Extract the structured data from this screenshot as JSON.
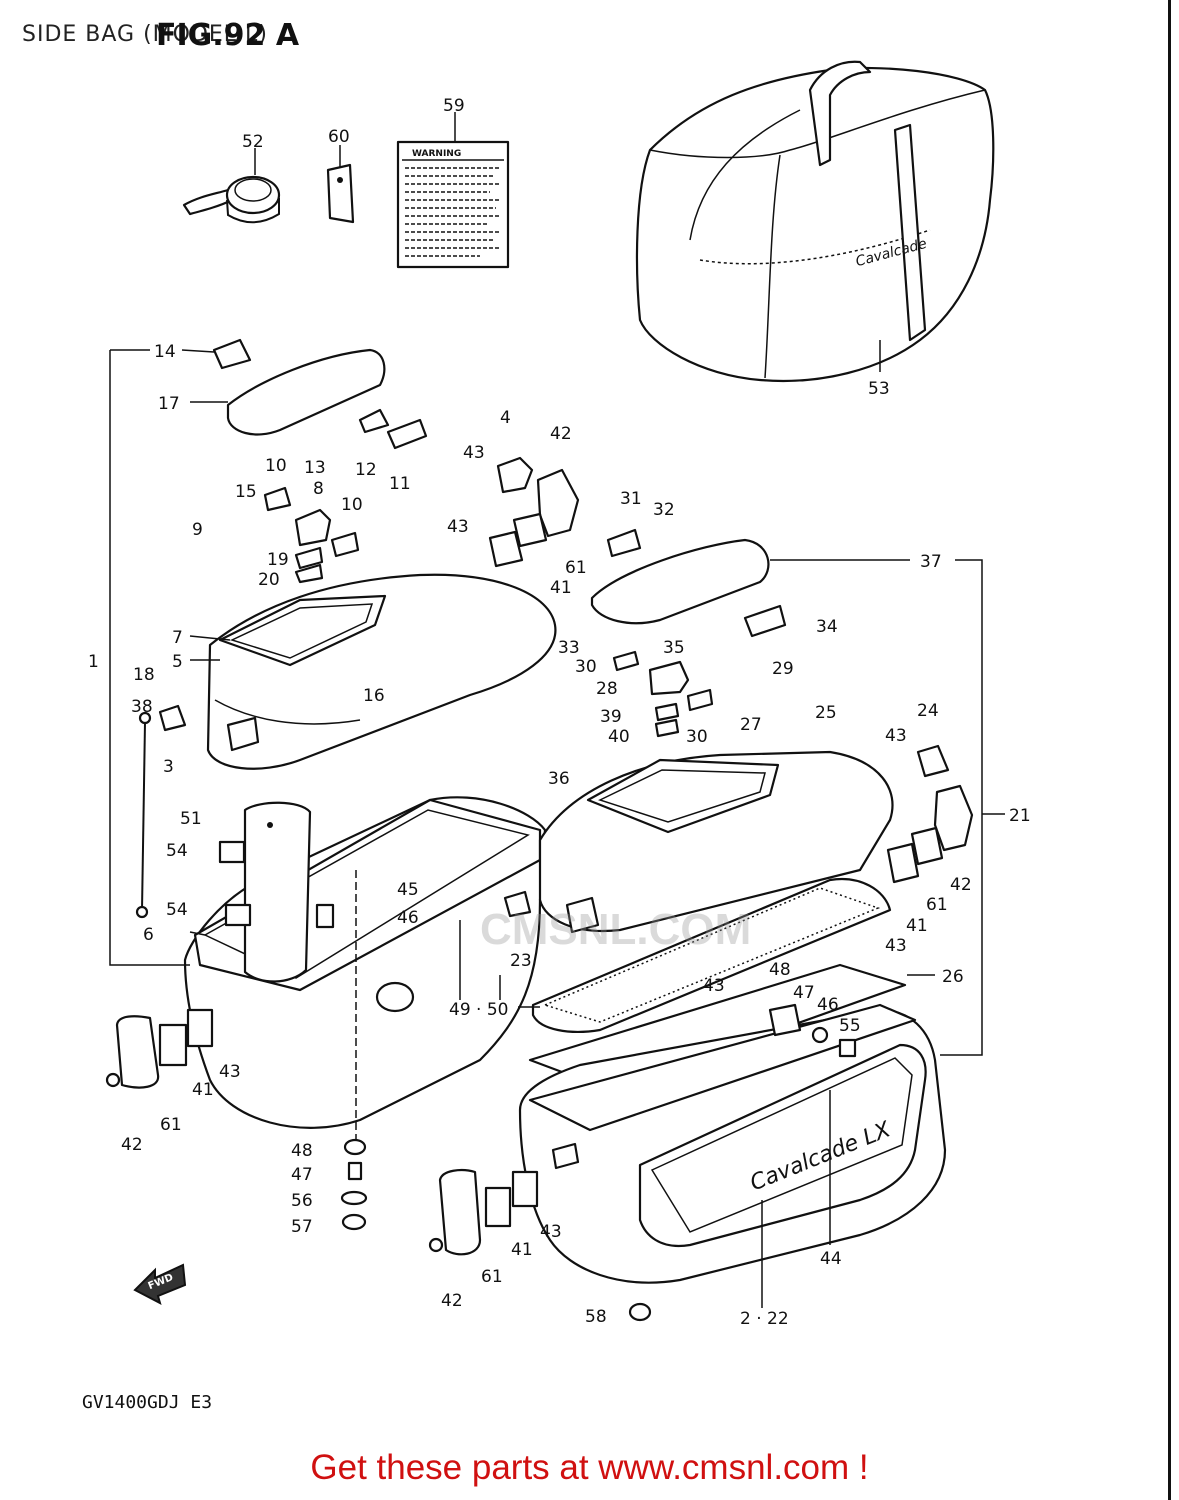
{
  "header": {
    "title": "SIDE BAG (MODEL L)",
    "figure": "FIG.92 A"
  },
  "warning_label": {
    "heading": "WARNING"
  },
  "bag_script": "Cavalcade",
  "lid_script": "Cavalcade LX",
  "watermark": "CMSNL.COM",
  "model_code": "GV1400GDJ E3",
  "footer": {
    "text": "Get these parts at www.cmsnl.com !",
    "color": "#d01010"
  },
  "fwd_arrow": {
    "label": "FWD",
    "icon": "arrow-left-icon"
  },
  "callouts": {
    "c1": "1",
    "c2_22": "2 · 22",
    "c3": "3",
    "c4": "4",
    "c5": "5",
    "c6": "6",
    "c7": "7",
    "c8": "8",
    "c9": "9",
    "c10a": "10",
    "c10b": "10",
    "c11": "11",
    "c12": "12",
    "c13": "13",
    "c14": "14",
    "c15": "15",
    "c16": "16",
    "c17": "17",
    "c18": "18",
    "c19": "19",
    "c20": "20",
    "c21": "21",
    "c23": "23",
    "c24": "24",
    "c25": "25",
    "c26": "26",
    "c27": "27",
    "c28": "28",
    "c29": "29",
    "c30a": "30",
    "c30b": "30",
    "c31": "31",
    "c32": "32",
    "c33": "33",
    "c34": "34",
    "c35": "35",
    "c36": "36",
    "c37": "37",
    "c38": "38",
    "c39": "39",
    "c40": "40",
    "c41a": "41",
    "c41b": "41",
    "c41c": "41",
    "c41d": "41",
    "c42a": "42",
    "c42b": "42",
    "c42c": "42",
    "c42d": "42",
    "c43a": "43",
    "c43b": "43",
    "c43c": "43",
    "c43d": "43",
    "c43e": "43",
    "c43f": "43",
    "c43g": "43",
    "c44": "44",
    "c45": "45",
    "c46a": "46",
    "c46b": "46",
    "c47a": "47",
    "c47b": "47",
    "c48a": "48",
    "c48b": "48",
    "c49_50": "49 · 50",
    "c51": "51",
    "c52": "52",
    "c53": "53",
    "c54a": "54",
    "c54b": "54",
    "c55": "55",
    "c56": "56",
    "c57": "57",
    "c58": "58",
    "c59": "59",
    "c60": "60",
    "c61a": "61",
    "c61b": "61",
    "c61c": "61",
    "c61d": "61"
  }
}
